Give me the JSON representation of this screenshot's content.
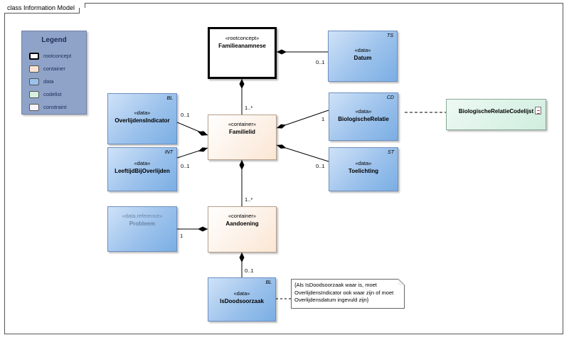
{
  "frame": {
    "title": "class Information Model"
  },
  "legend": {
    "title": "Legend",
    "items": [
      {
        "label": "rootconcept",
        "color": "#ffffff",
        "border": "#000000"
      },
      {
        "label": "container",
        "color": "#fbe5d2"
      },
      {
        "label": "data",
        "color": "#9cc2ec"
      },
      {
        "label": "codelist",
        "color": "#d6f0e0"
      },
      {
        "label": "constraint",
        "color": "#f4f4fa"
      }
    ]
  },
  "nodes": {
    "familieanamnese": {
      "stereotype": "«rootconcept»",
      "name": "Familieanamnese"
    },
    "datum": {
      "stereotype": "«data»",
      "name": "Datum",
      "type": "TS"
    },
    "overlijdensindicator": {
      "stereotype": "«data»",
      "name": "OverlijdensIndicator",
      "type": "BL"
    },
    "familielid": {
      "stereotype": "«container»",
      "name": "Familielid"
    },
    "biologischerelatie": {
      "stereotype": "«data»",
      "name": "BiologischeRelatie",
      "type": "CD"
    },
    "codelijst": {
      "name": "BiologischeRelatieCodelijst"
    },
    "leeftijd": {
      "stereotype": "«data»",
      "name": "LeeftijdBijOverlijden",
      "type": "INT"
    },
    "toelichting": {
      "stereotype": "«data»",
      "name": "Toelichting",
      "type": "ST"
    },
    "probleem": {
      "stereotype": "«data,reference»",
      "name": "Probleem"
    },
    "aandoening": {
      "stereotype": "«container»",
      "name": "Aandoening"
    },
    "isdoodsoorzaak": {
      "stereotype": "«data»",
      "name": "IsDoodsoorzaak",
      "type": "BL"
    }
  },
  "multiplicities": {
    "datum": "0..1",
    "familielid": "1..*",
    "overlijdensindicator": "0..1",
    "biologischerelatie": "1",
    "leeftijd": "0..1",
    "toelichting": "0..1",
    "aandoening": "1..*",
    "probleem": "1",
    "isdoodsoorzaak": "0..1"
  },
  "note": {
    "line1": "{Als IsDoodsoorzaak waar is, moet",
    "line2": "OverlijdensIndicator ook waar zijn of moet",
    "line3": "Overlijdensdatum ingevuld zijn}"
  }
}
